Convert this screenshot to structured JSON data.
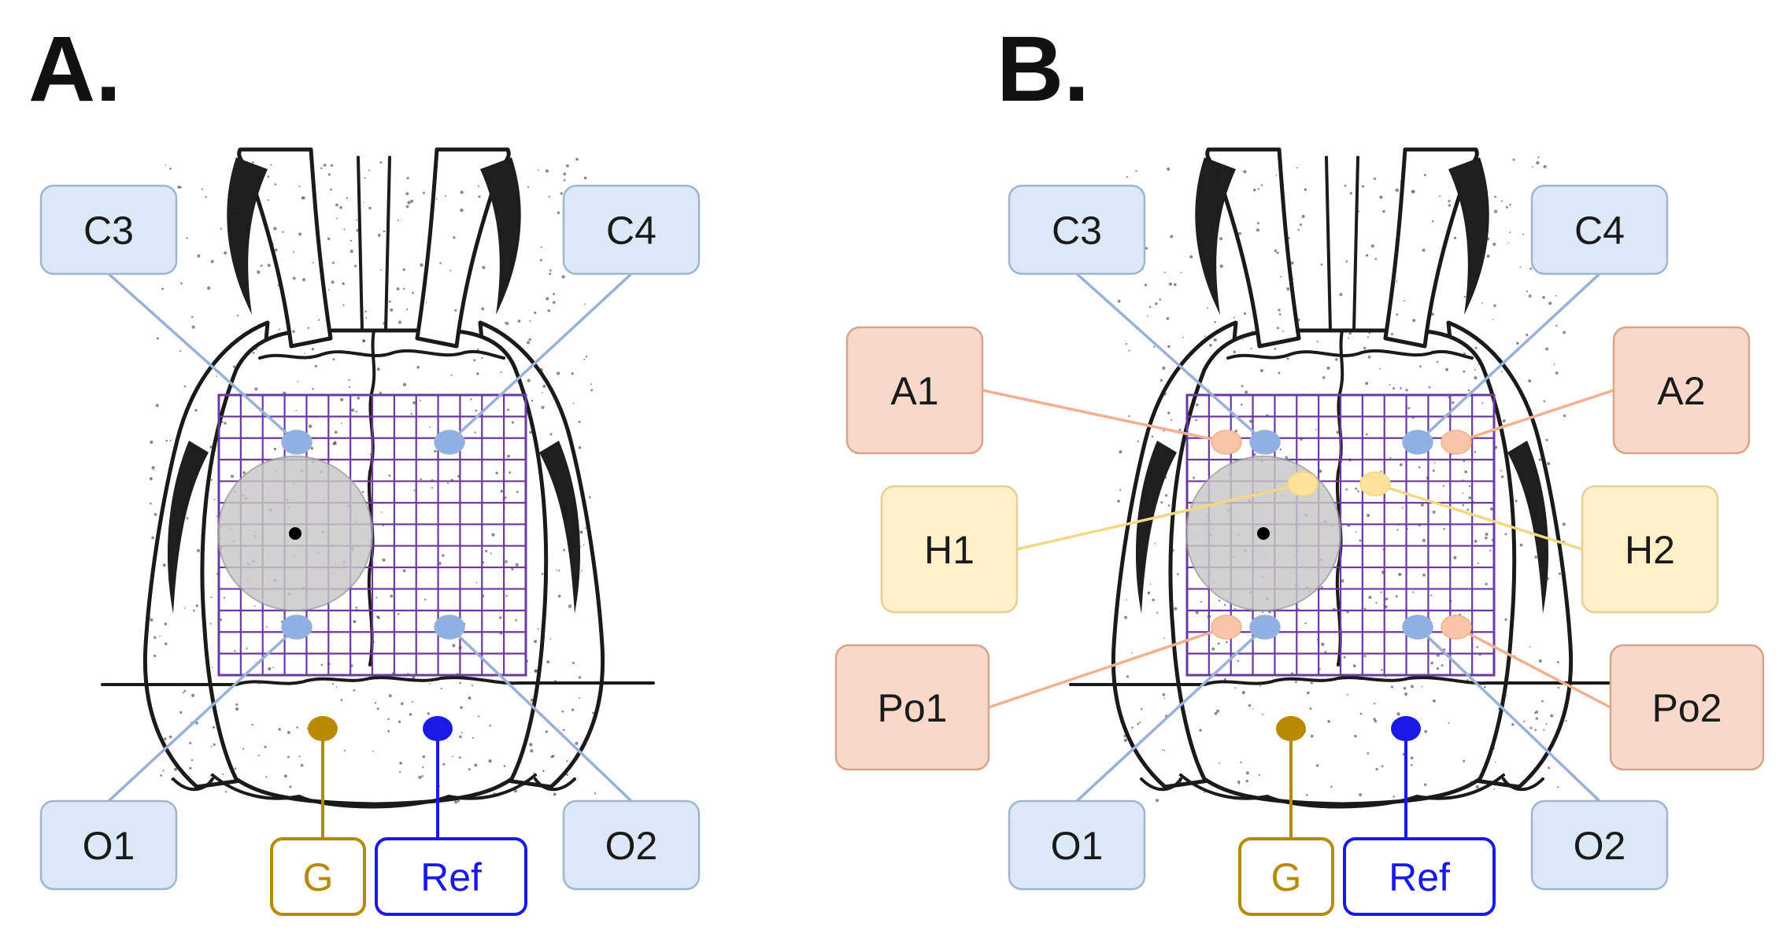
{
  "panels": [
    {
      "letter": "A.",
      "electrodes": [
        {
          "label": "C3",
          "group": "blue"
        },
        {
          "label": "C4",
          "group": "blue"
        },
        {
          "label": "O1",
          "group": "blue"
        },
        {
          "label": "O2",
          "group": "blue"
        },
        {
          "label": "G",
          "group": "ground"
        },
        {
          "label": "Ref",
          "group": "reference"
        }
      ]
    },
    {
      "letter": "B.",
      "electrodes": [
        {
          "label": "C3",
          "group": "blue"
        },
        {
          "label": "C4",
          "group": "blue"
        },
        {
          "label": "A1",
          "group": "orange"
        },
        {
          "label": "A2",
          "group": "orange"
        },
        {
          "label": "H1",
          "group": "yellow"
        },
        {
          "label": "H2",
          "group": "yellow"
        },
        {
          "label": "Po1",
          "group": "orange"
        },
        {
          "label": "Po2",
          "group": "orange"
        },
        {
          "label": "O1",
          "group": "blue"
        },
        {
          "label": "O2",
          "group": "blue"
        },
        {
          "label": "G",
          "group": "ground"
        },
        {
          "label": "Ref",
          "group": "reference"
        }
      ]
    }
  ],
  "colors": {
    "blue_box": "#dce8f5",
    "blue_border": "#9fb6d2",
    "blue_line": "#9ab0d8",
    "blue_dot": "#8fb0e3",
    "orange_box": "#f8d9c9",
    "orange_border": "#d6a48a",
    "orange_line": "#f2b08f",
    "orange_dot": "#f8c6a6",
    "yellow_box": "#fff0c9",
    "yellow_border": "#e4cf96",
    "yellow_line": "#f3d882",
    "yellow_dot": "#ffe39a",
    "ground": "#b88a00",
    "reference": "#1a1ae6",
    "grid": "#6a3aa0",
    "lesion": "#c8c8c8"
  }
}
